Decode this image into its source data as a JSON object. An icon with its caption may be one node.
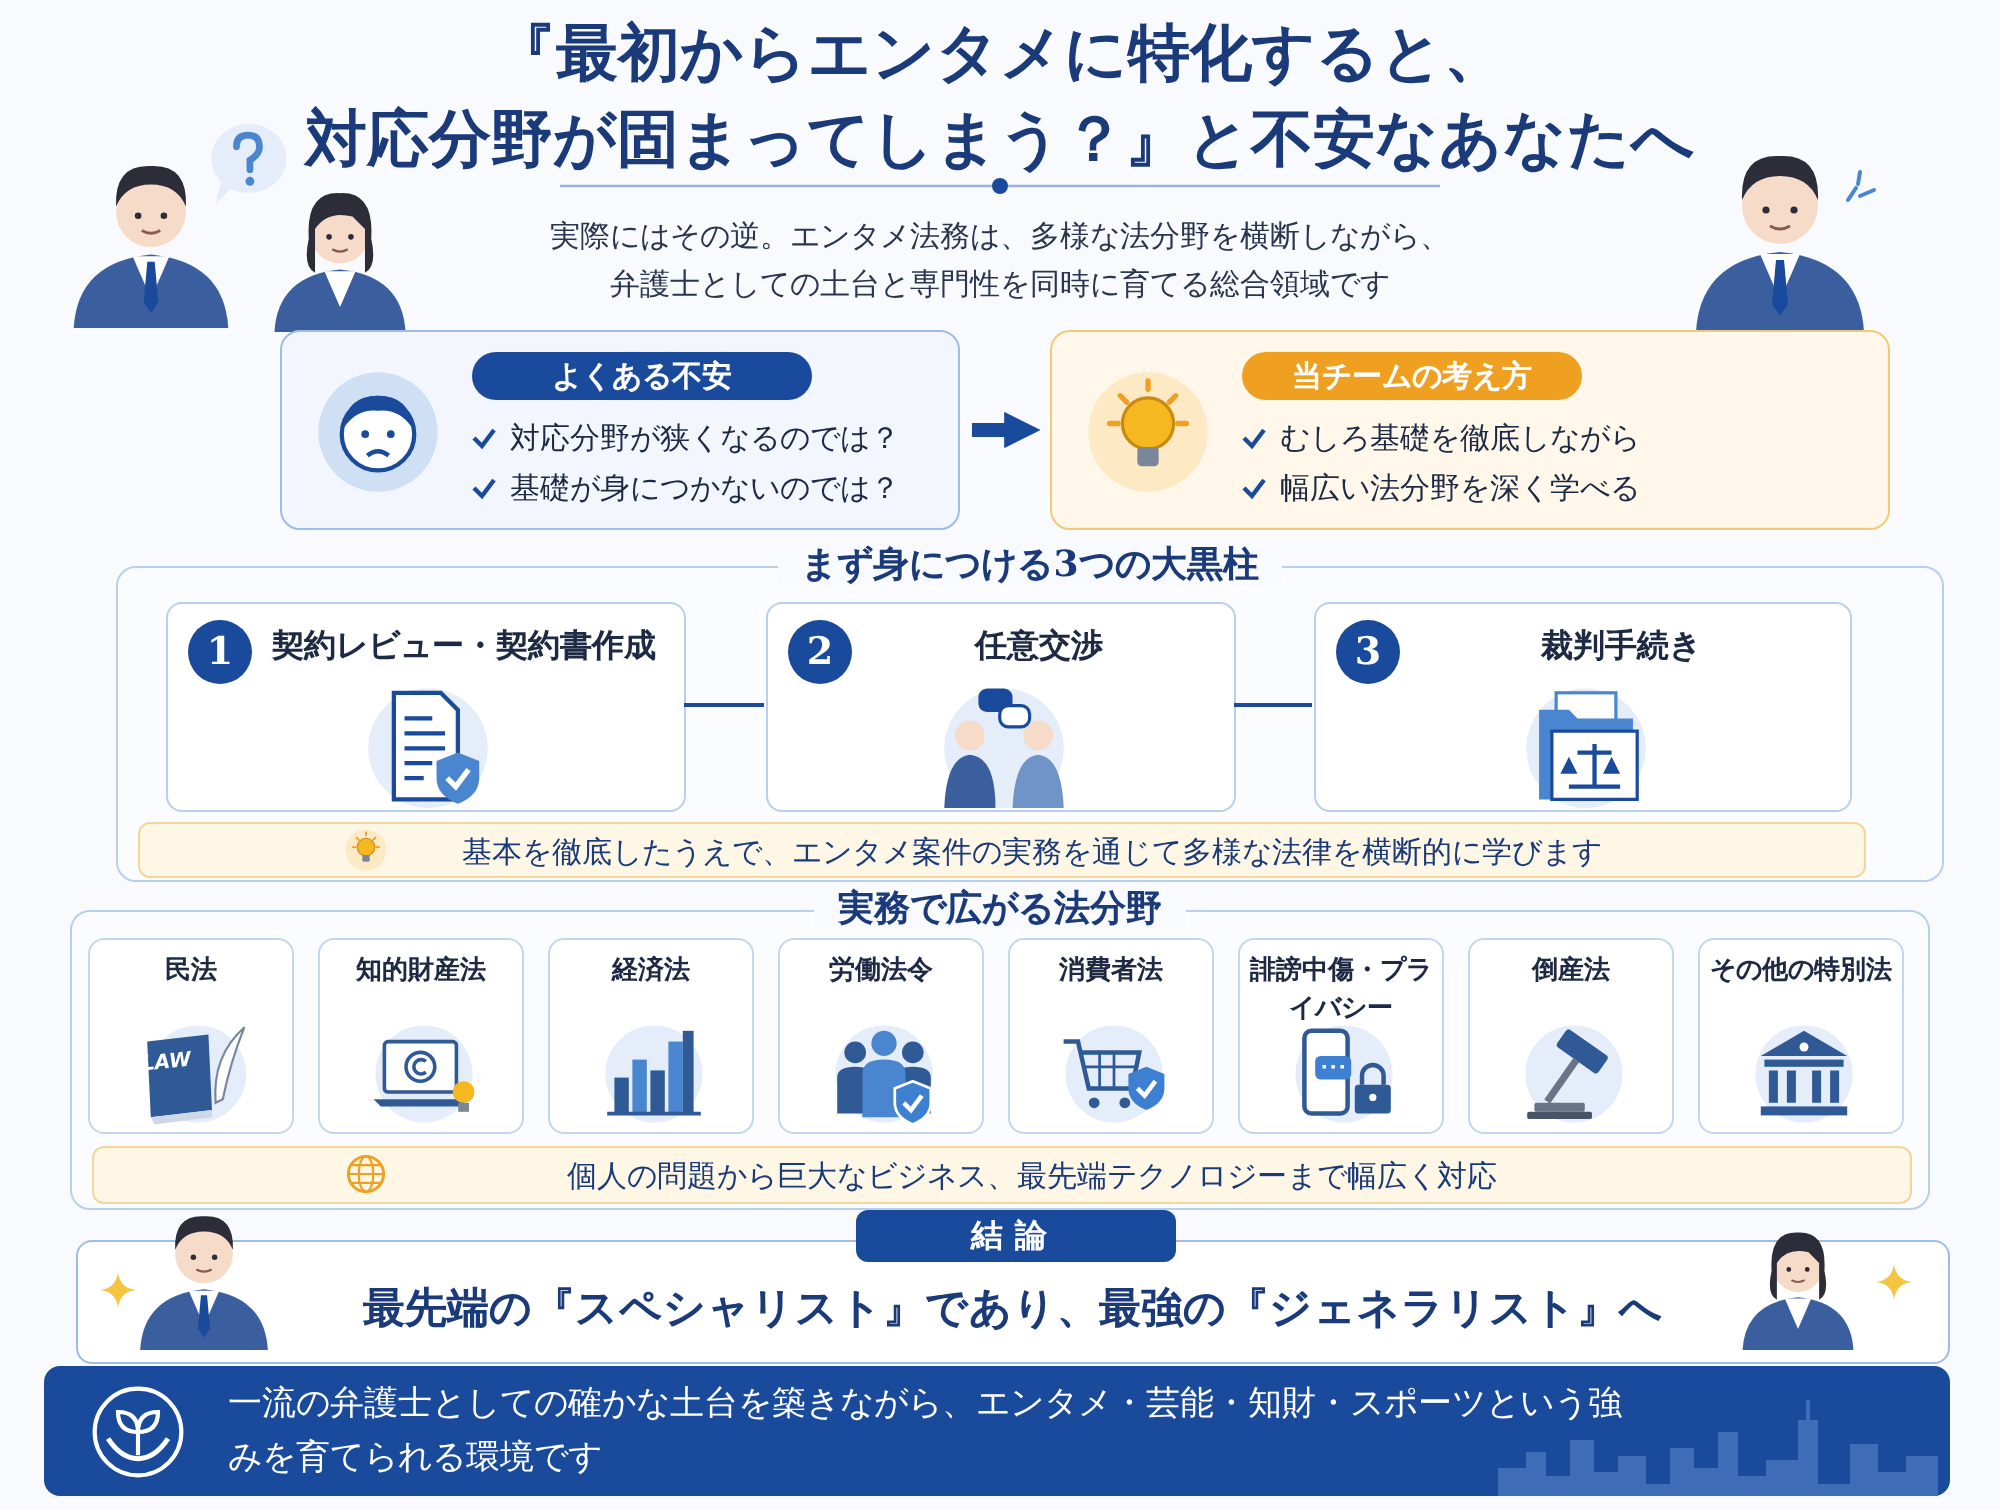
{
  "diagram": {
    "title": "『最初からエンタメに特化すると、対応分野が固まってしまう？』と不安なあなたへ",
    "nodes": [
      {
        "text": [
          "よくある不安",
          "対応分野が狭くなるのでは？",
          "基礎が身につかないのでは？"
        ]
      },
      {
        "text": [
          "当チームの考え方",
          "むしろ基礎を徹底しながら",
          "幅広い法分野を深く学べる"
        ]
      },
      {
        "text": [
          "まず身につける3つの大黒柱"
        ]
      },
      {
        "text": [
          "1",
          "契約レビュー・契約書作成"
        ],
        "in": 2
      },
      {
        "text": [
          "2",
          "任意交渉"
        ],
        "in": 2
      },
      {
        "text": [
          "3",
          "裁判手続き"
        ],
        "in": 2
      },
      {
        "text": [
          "基本を徹底したうえで、エンタメ案件の実務を通じて多様な法律を横断的に学びます"
        ],
        "in": 2
      },
      {
        "text": [
          "実務で広がる法分野"
        ]
      },
      {
        "text": [
          "民法"
        ],
        "in": 7
      },
      {
        "text": [
          "知的財産法"
        ],
        "in": 7
      },
      {
        "text": [
          "経済法"
        ],
        "in": 7
      },
      {
        "text": [
          "労働法令"
        ],
        "in": 7
      },
      {
        "text": [
          "消費者法"
        ],
        "in": 7
      },
      {
        "text": [
          "誹謗中傷・プライバシー"
        ],
        "in": 7
      },
      {
        "text": [
          "倒産法"
        ],
        "in": 7
      },
      {
        "text": [
          "その他の特別法"
        ],
        "in": 7
      },
      {
        "text": [
          "個人の問題から巨大なビジネス、最先端テクノロジーまで幅広く対応"
        ],
        "in": 7
      },
      {
        "text": [
          "結論",
          "最先端の『スペシャリスト』であり、最強の『ジェネラリスト』へ"
        ]
      },
      {
        "text": [
          "一流の弁護士としての確かな土台を築きながら、エンタメ・芸能・知財・スポーツという強みを育てられる環境です"
        ]
      }
    ],
    "edges": [
      {
        "from": 0,
        "to": 1,
        "arrow": "to",
        "style": "thick"
      },
      {
        "from": 3,
        "to": 4,
        "arrow": "none"
      },
      {
        "from": 4,
        "to": 5,
        "arrow": "none"
      }
    ],
    "labels": [
      "実際にはその逆。エンタメ法務は、多様な法分野を横断しながら、弁護士としての土台と専門性を同時に育てる総合領域です",
      "LAW"
    ]
  }
}
